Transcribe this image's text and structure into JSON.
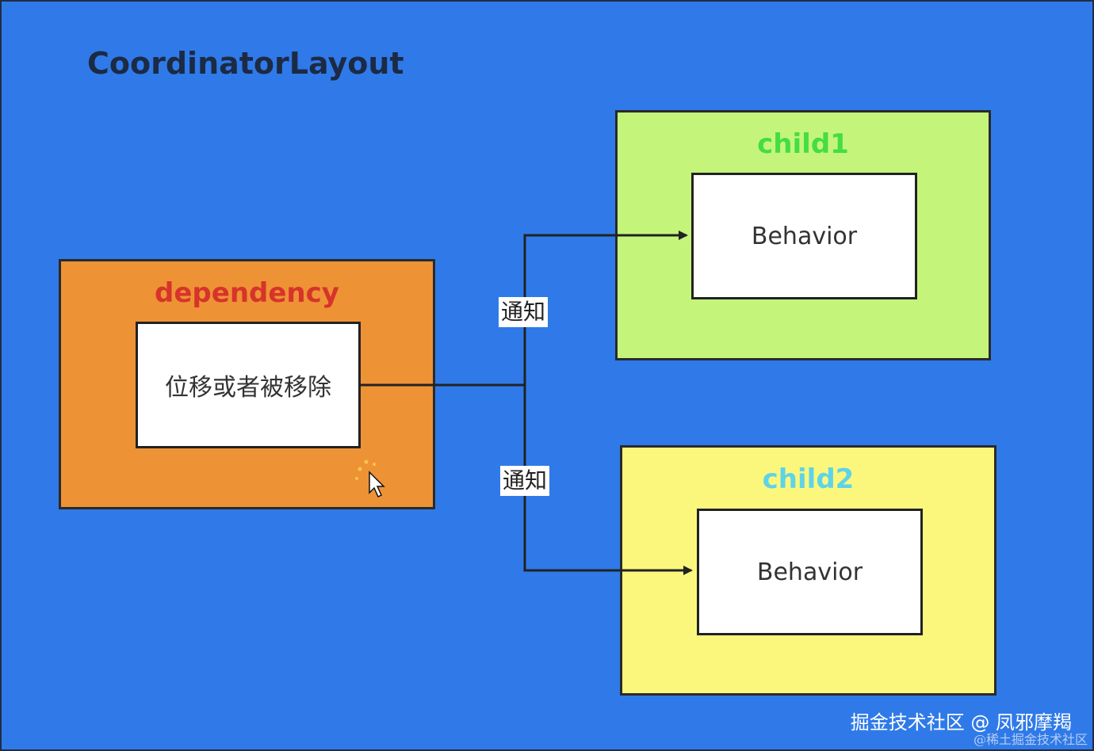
{
  "diagram": {
    "title": "CoordinatorLayout",
    "dependency": {
      "label": "dependency",
      "label_color": "#d6342a",
      "fill": "#ee9236",
      "inner_text": "位移或者被移除"
    },
    "child1": {
      "label": "child1",
      "label_color": "#44dd44",
      "fill": "#c4f57a",
      "inner_text": "Behavior"
    },
    "child2": {
      "label": "child2",
      "label_color": "#5fd3e8",
      "fill": "#fbf77c",
      "inner_text": "Behavior"
    },
    "edges": [
      {
        "from": "dependency",
        "to": "child1",
        "label": "通知"
      },
      {
        "from": "dependency",
        "to": "child2",
        "label": "通知"
      }
    ],
    "background": "#2f7ae8"
  },
  "watermark": {
    "line1": "掘金技术社区 @ 凤邪摩羯",
    "line2": "@稀土掘金技术社区"
  }
}
